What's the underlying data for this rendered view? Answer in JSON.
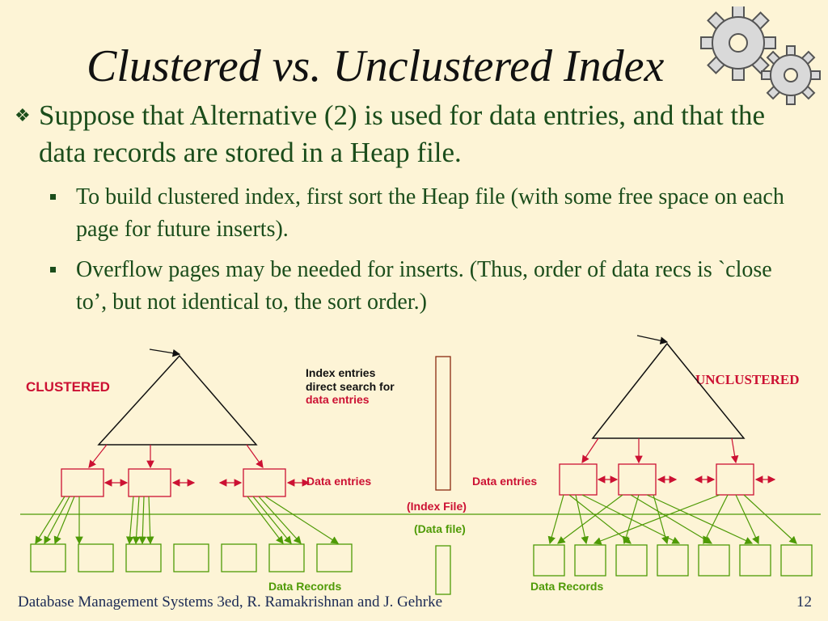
{
  "slide": {
    "title": "Clustered vs. Unclustered Index",
    "main_bullet": "Suppose that Alternative (2) is used for data entries, and that the data records are stored in a Heap file.",
    "sub_bullets": [
      "To build clustered index, first sort the Heap file (with some free space on each page for future inserts).",
      "Overflow pages may be needed for inserts.  (Thus, order of data recs is `close to’, but not identical to, the sort order.)"
    ],
    "footer_left": "Database Management Systems 3ed, R. Ramakrishnan and J. Gehrke",
    "page_number": "12"
  },
  "diagram": {
    "clustered_label": "CLUSTERED",
    "unclustered_label": "UNCLUSTERED",
    "index_note_line1": "Index entries",
    "index_note_line2": "direct search for",
    "index_note_line3": "data entries",
    "data_entries_left": "Data entries",
    "data_entries_right": "Data entries",
    "index_file": "(Index File)",
    "data_file": "(Data file)",
    "data_records_left": "Data Records",
    "data_records_right": "Data Records",
    "colors": {
      "red": "#cc1133",
      "green": "#4e9a06",
      "brown": "#8b2a10",
      "black": "#111111"
    }
  }
}
